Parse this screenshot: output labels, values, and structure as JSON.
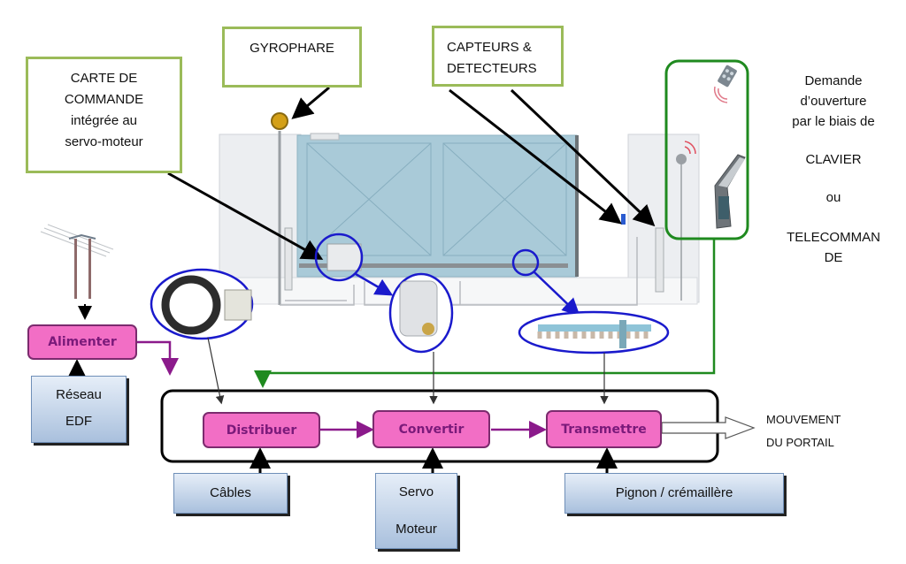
{
  "callouts": {
    "carte": [
      "CARTE DE",
      "COMMANDE",
      "intégrée au",
      "servo-moteur"
    ],
    "gyrophare": "GYROPHARE",
    "capteurs": [
      "CAPTEURS &",
      "DETECTEURS"
    ]
  },
  "side_note": {
    "lines": [
      "Demande",
      "d’ouverture",
      "par le biais de",
      "CLAVIER",
      "ou",
      "TELECOMMAN",
      "DE"
    ]
  },
  "functions": {
    "alimenter": "Alimenter",
    "distribuer": "Distribuer",
    "convertir": "Convertir",
    "transmettre": "Transmettre"
  },
  "resources": {
    "reseau": [
      "Réseau",
      "EDF"
    ],
    "cables": "Câbles",
    "servo": [
      "Servo",
      "Moteur"
    ],
    "pignon": "Pignon / crémaillère"
  },
  "output": [
    "MOUVEMENT",
    "DU PORTAIL"
  ],
  "colors": {
    "callout_border": "#9bbb59",
    "function_fill": "#f26ec5",
    "function_text": "#7a1a7a",
    "flow_arrow": "#8b1a8b",
    "highlight_circle": "#1a1acc",
    "command_loop": "#1f8a1f",
    "gate_fill": "#a9cad8"
  }
}
